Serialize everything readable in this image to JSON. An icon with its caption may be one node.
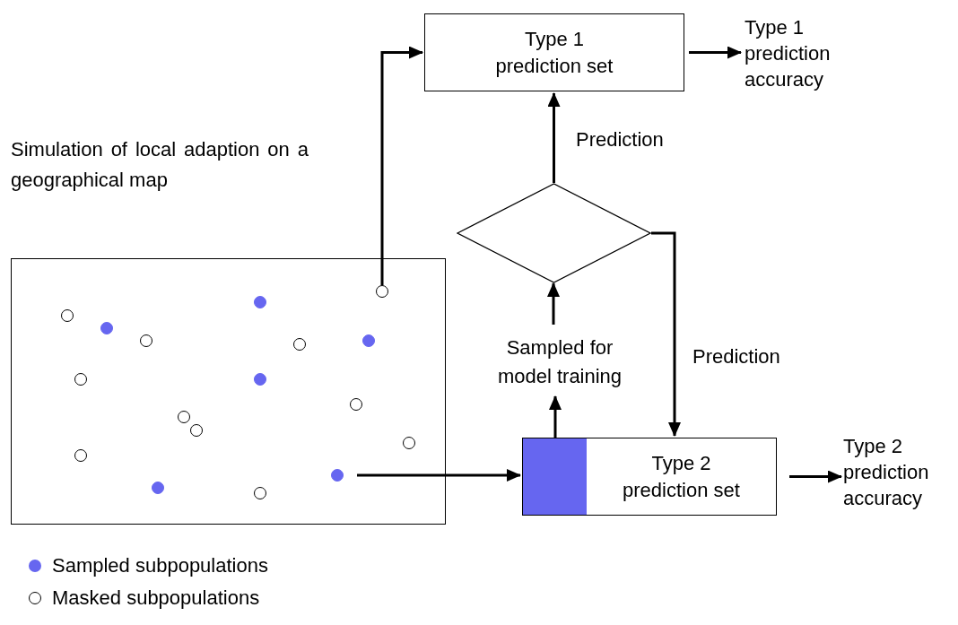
{
  "diagram": {
    "nodes": [
      {
        "text": [
          "Simulation of local adaption on a geographical map"
        ]
      },
      {
        "text": [],
        "shape": "circle",
        "in": 0
      },
      {
        "text": [],
        "shape": "circle",
        "in": 0
      },
      {
        "text": [],
        "shape": "circle",
        "in": 0
      },
      {
        "text": [],
        "shape": "circle",
        "in": 0
      },
      {
        "text": [],
        "shape": "circle",
        "in": 0
      },
      {
        "text": [],
        "shape": "circle",
        "in": 0
      },
      {
        "text": [],
        "shape": "circle",
        "in": 0
      },
      {
        "text": [],
        "shape": "circle",
        "in": 0
      },
      {
        "text": [],
        "shape": "circle",
        "in": 0
      },
      {
        "text": [],
        "shape": "circle",
        "in": 0
      },
      {
        "text": [],
        "shape": "circle",
        "in": 0
      },
      {
        "text": [],
        "shape": "circle",
        "in": 0
      },
      {
        "text": [],
        "shape": "circle",
        "in": 0
      },
      {
        "text": [],
        "shape": "circle",
        "in": 0
      },
      {
        "text": [],
        "shape": "circle",
        "in": 0
      },
      {
        "text": [],
        "shape": "circle",
        "in": 0
      },
      {
        "text": [],
        "shape": "circle",
        "in": 0
      },
      {
        "text": [
          "Type 1 prediction set"
        ]
      },
      {
        "text": [
          "Type 1 prediction accuracy"
        ]
      },
      {
        "text": [],
        "shape": "diamond"
      },
      {
        "text": [
          "Sampled for model training"
        ]
      },
      {
        "text": [
          "Type 2 prediction set"
        ]
      },
      {
        "text": [],
        "shape": "box",
        "in": 22
      },
      {
        "text": [
          "Type 2 prediction accuracy"
        ]
      }
    ],
    "edges": [
      {
        "from": 1,
        "to": 18,
        "arrow": "to"
      },
      {
        "from": 18,
        "to": 19,
        "arrow": "to"
      },
      {
        "from": 20,
        "to": 18,
        "arrow": "to",
        "label": "Prediction"
      },
      {
        "from": 20,
        "to": 22,
        "arrow": "to",
        "label": "Prediction"
      },
      {
        "from": 21,
        "to": 20,
        "arrow": "to"
      },
      {
        "from": 23,
        "to": 21,
        "arrow": "to"
      },
      {
        "from": 15,
        "to": 22,
        "arrow": "to"
      },
      {
        "from": 22,
        "to": 24,
        "arrow": "to"
      }
    ],
    "legend": [
      {
        "text": "Sampled subpopulations",
        "color": "#6666f0"
      },
      {
        "text": "Masked subpopulations"
      }
    ]
  }
}
